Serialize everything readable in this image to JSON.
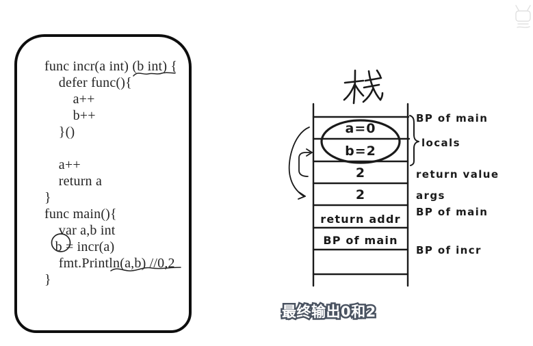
{
  "code_panel": {
    "lines": [
      "func incr(a int) (b int) {",
      "    defer func(){",
      "        a++",
      "        b++",
      "    }()",
      "",
      "    a++",
      "    return a",
      "}",
      "func main(){",
      "    var a,b int",
      "   b = incr(a)",
      "    fmt.Println(a,b) //0,2",
      "}"
    ]
  },
  "stack_diagram": {
    "title": "栈",
    "cells": {
      "local_a": "a=0",
      "local_b": "b=2",
      "return_value": "2",
      "args": "2",
      "return_addr": "return addr",
      "saved_bp": "BP of main"
    },
    "side_labels": {
      "bp_of_main_top": "BP of main",
      "locals": "locals",
      "return_value": "return value",
      "args": "args",
      "bp_of_main_mid": "BP of main",
      "bp_of_incr": "BP of incr"
    }
  },
  "subtitle": {
    "text": "最终输出0和2"
  },
  "colors": {
    "ink": "#1a1a1a",
    "code_ink": "#242424",
    "subtitle_fill": "#ffffff",
    "subtitle_outline": "#4a5361"
  }
}
